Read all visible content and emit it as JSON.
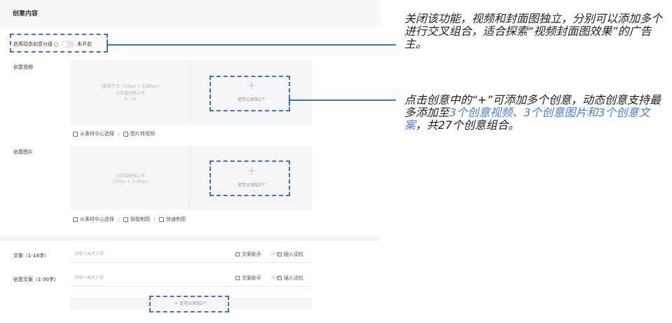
{
  "panel": {
    "title": "创意内容",
    "toggle": {
      "label": "启用动态创意分组",
      "help": "?",
      "state": "未开启"
    },
    "video": {
      "label": "创意视频",
      "hint_size": "(推荐尺寸: 720px × 1280px)",
      "hint_action": "点击或拖拽上传",
      "hint_ratio": "9 : 16",
      "plus": "+",
      "add_hint": "还可以添加2个",
      "links": [
        "从素材中心选择",
        "图片转视频"
      ]
    },
    "image": {
      "label": "创意图片",
      "hint_action": "点击或拖拽上传",
      "hint_size": "720px × 1280px",
      "plus": "+",
      "add_hint": "还可以添加2个",
      "links": [
        "从素材中心选择",
        "智能制图",
        "快速制图"
      ]
    },
    "copy_short": {
      "label": "文案（1-14字）",
      "placeholder": "请输入描述文案",
      "counter": "0/14",
      "tools": [
        "文案助手",
        "插入词包"
      ]
    },
    "copy_long": {
      "label": "创意文案（1-30字）",
      "placeholder": "请输入描述文案",
      "counter": "0/30",
      "tools": [
        "文案助手",
        "插入词包"
      ]
    },
    "add_more": "+ 还可以添加2个"
  },
  "notes": {
    "first": "关闭该功能，视频和封面图独立，分别可以添加多个进行交叉组合，适合探索“视频封面图效果”的广告主。",
    "second_prefix": "点击创意中的“+”可添加多个创意，动态创意支持最多添加至",
    "second_highlight": "3个创意视频、3个创意图片和3个创意文案",
    "second_suffix": "，共27个创意组合。"
  },
  "colors": {
    "accent": "#3b6fd9",
    "highlight": "#4a7fd8"
  }
}
